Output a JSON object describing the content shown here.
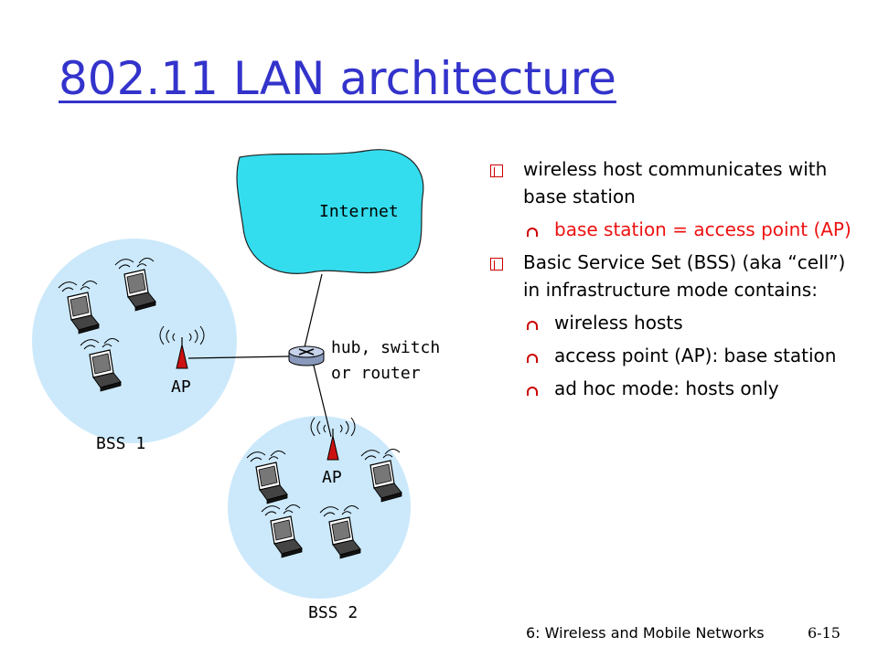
{
  "title": "802.11 LAN architecture",
  "diagram": {
    "internet_label": "Internet",
    "device_label_line1": "hub, switch",
    "device_label_line2": "or router",
    "ap1_label": "AP",
    "ap2_label": "AP",
    "bss1_label": "BSS 1",
    "bss2_label": "BSS 2"
  },
  "bullets": [
    {
      "level": 1,
      "text": "wireless host communicates with base station",
      "color": "#000000"
    },
    {
      "level": 2,
      "text": "base station = access point (AP)",
      "color": "#ee1111"
    },
    {
      "level": 1,
      "text": "Basic Service Set (BSS) (aka “cell”) in infrastructure mode contains:",
      "color": "#000000"
    },
    {
      "level": 2,
      "text": "wireless hosts",
      "color": "#000000"
    },
    {
      "level": 2,
      "text": "access point (AP): base station",
      "color": "#000000"
    },
    {
      "level": 2,
      "text": "ad hoc mode: hosts only",
      "color": "#000000"
    }
  ],
  "footer": {
    "text": "6: Wireless and Mobile Networks",
    "page": "6-15"
  },
  "colors": {
    "title": "#3333cc",
    "internet_cloud": "#33ddee",
    "bss_circle": "#cce9fb",
    "bullet_marker": "#cc0000",
    "ap": "#cc1111"
  }
}
